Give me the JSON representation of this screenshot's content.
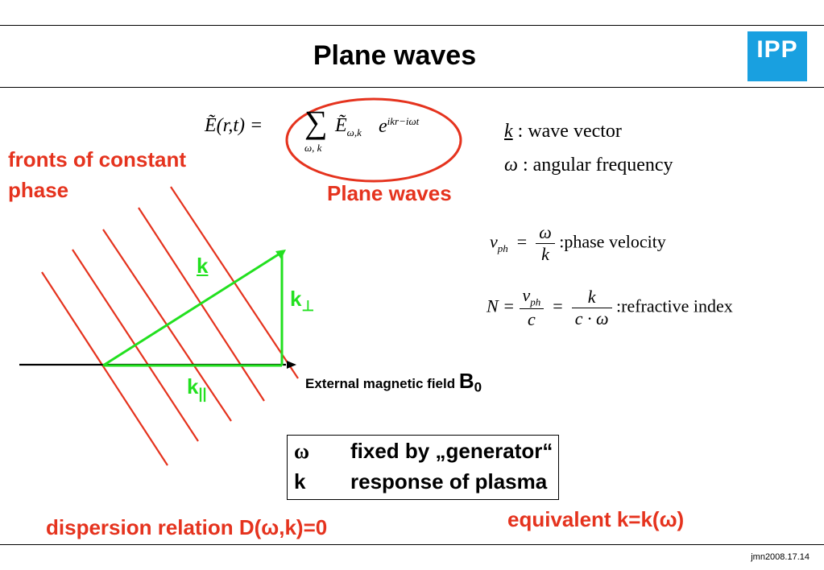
{
  "title": "Plane waves",
  "logo": {
    "text": "IPP",
    "color": "#19a0e0"
  },
  "colors": {
    "accent_red": "#e5331e",
    "vector_green": "#22e01f"
  },
  "labels": {
    "fronts": "fronts of constant phase",
    "plane_waves": "Plane waves",
    "k": "k",
    "k_perp": "k",
    "k_perp_sub": "⊥",
    "k_par": "k",
    "k_par_sub": "||",
    "field": "External magnetic field",
    "field_symbol": "B",
    "field_sub": "0"
  },
  "equation": {
    "lhs": "Ẽ(r,t) =",
    "sum": "∑",
    "sum_sub": "ω, k",
    "term": "Ẽ",
    "term_sub": "ω,k",
    "exp": "e",
    "exp_sup": "ikr−iωt"
  },
  "definitions": {
    "k_sym": "k",
    "k_text": ":  wave vector",
    "omega_sym": "ω",
    "omega_text": ":  angular frequency",
    "vph_lhs": "v",
    "vph_sub": "ph",
    "vph_num": "ω",
    "vph_den": "k",
    "vph_text": ":phase velocity",
    "n_lhs": "N =",
    "n_num1": "v",
    "n_num1_sub": "ph",
    "n_den1": "c",
    "n_num2": "k",
    "n_den2": "c · ω",
    "n_text": ":refractive index"
  },
  "box": {
    "row1_sym": "ω",
    "row1_text": "fixed by „generator“",
    "row2_sym": "k",
    "row2_text": "response of plasma"
  },
  "bottom": {
    "dispersion": "dispersion relation D(ω,k)=0",
    "equivalent": "equivalent  k=k(ω)"
  },
  "footer": "jmn2008.17.14"
}
